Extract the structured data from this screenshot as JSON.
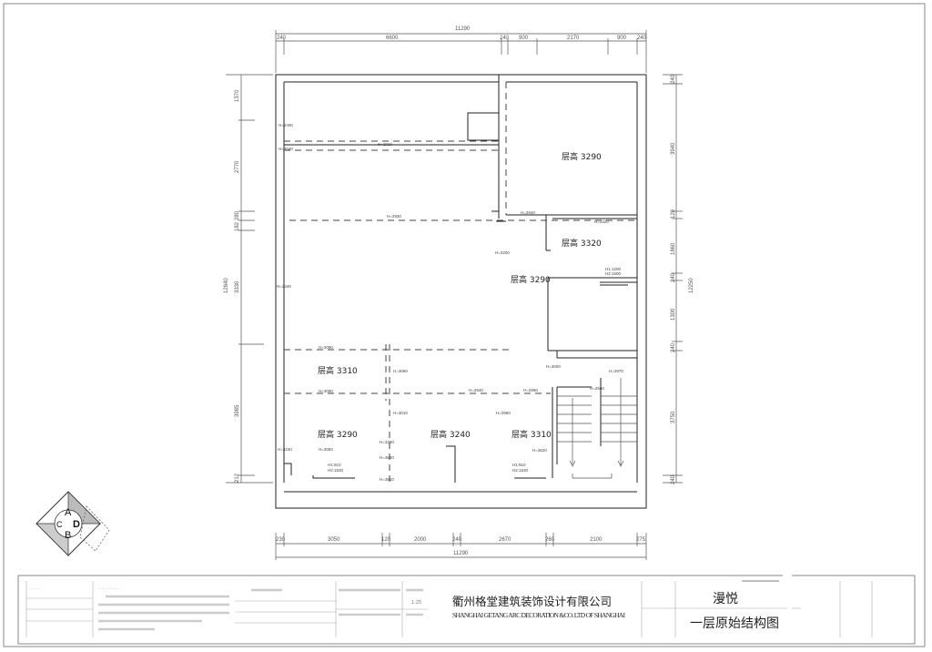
{
  "dimensions": {
    "top_total": "11290",
    "top": [
      "240",
      "6600",
      "240",
      "900",
      "2170",
      "900",
      "240"
    ],
    "bottom": [
      "230",
      "3050",
      "120",
      "2000",
      "240",
      "2670",
      "260",
      "2100",
      "275"
    ],
    "bottom_total": "11290",
    "left": [
      "1370",
      "2770",
      "280",
      "182",
      "3330",
      "3985",
      "212"
    ],
    "left_total": "12840",
    "right": [
      "240",
      "3940",
      "120",
      "1860",
      "240",
      "1300",
      "240",
      "3750",
      "240"
    ],
    "right_total": "12250"
  },
  "rooms": [
    "层高 3290",
    "层高 3320",
    "层高 3290",
    "层高 3310",
    "层高 3290",
    "层高 3240",
    "层高 3310"
  ],
  "heights": [
    "H=2400",
    "H=3040",
    "H=2910",
    "H=2930",
    "H=2940",
    "H=3320",
    "H=2200",
    "H=2440",
    "H1:1200",
    "H2:1500",
    "H=3090",
    "H=3060",
    "H=3090",
    "H=2940",
    "H=2960",
    "H=3000",
    "H=2970",
    "H=2560",
    "H=3010",
    "H=2960",
    "H=3240",
    "H=3050",
    "H=3290",
    "H=3630",
    "H=3610",
    "H=3620",
    "H1:910",
    "H2:1530",
    "H1:910",
    "H2:1530"
  ],
  "compass": {
    "a": "A",
    "b": "B",
    "c": "C",
    "d": "D"
  },
  "title_block": {
    "company_cn": "衢州格堂建筑装饰设计有限公司",
    "company_en": "SHANGHAI GETANG ARC DECORATION  &CO. LTD OF SHANGHAI",
    "project": "漫悦",
    "drawing_title": "一层原始结构图",
    "scale": "1:25"
  }
}
